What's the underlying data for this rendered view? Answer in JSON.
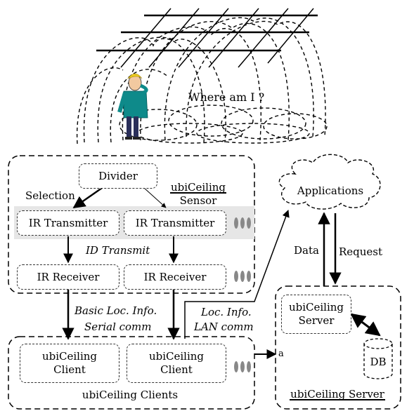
{
  "scene": {
    "caption": "Where am I ?"
  },
  "sensor": {
    "divider": "Divider",
    "selection": "Selection",
    "title_line1": "ubiCeiling",
    "title_line2": "Sensor",
    "tx1": "IR Transmitter",
    "tx2": "IR Transmitter",
    "id_transmit": "ID Transmit",
    "rx1": "IR Receiver",
    "rx2": "IR Receiver"
  },
  "links": {
    "basic_line1": "Basic Loc. Info.",
    "basic_line2": "Serial comm",
    "loc_line1": "Loc. Info.",
    "loc_line2": "LAN comm",
    "data": "Data",
    "request": "Request",
    "a_mark": "a"
  },
  "apps": {
    "label": "Applications"
  },
  "clients": {
    "client1": "ubiCeiling Client",
    "client2": "ubiCeiling Client",
    "group_label": "ubiCeiling Clients"
  },
  "server": {
    "server_box": "ubiCeiling Server",
    "db": "DB",
    "group_label": "ubiCeiling Server"
  },
  "colors": {
    "band": "#e6e6e6",
    "line": "#000000",
    "person_shirt": "#0e8a8a",
    "person_hair": "#e8c820"
  }
}
